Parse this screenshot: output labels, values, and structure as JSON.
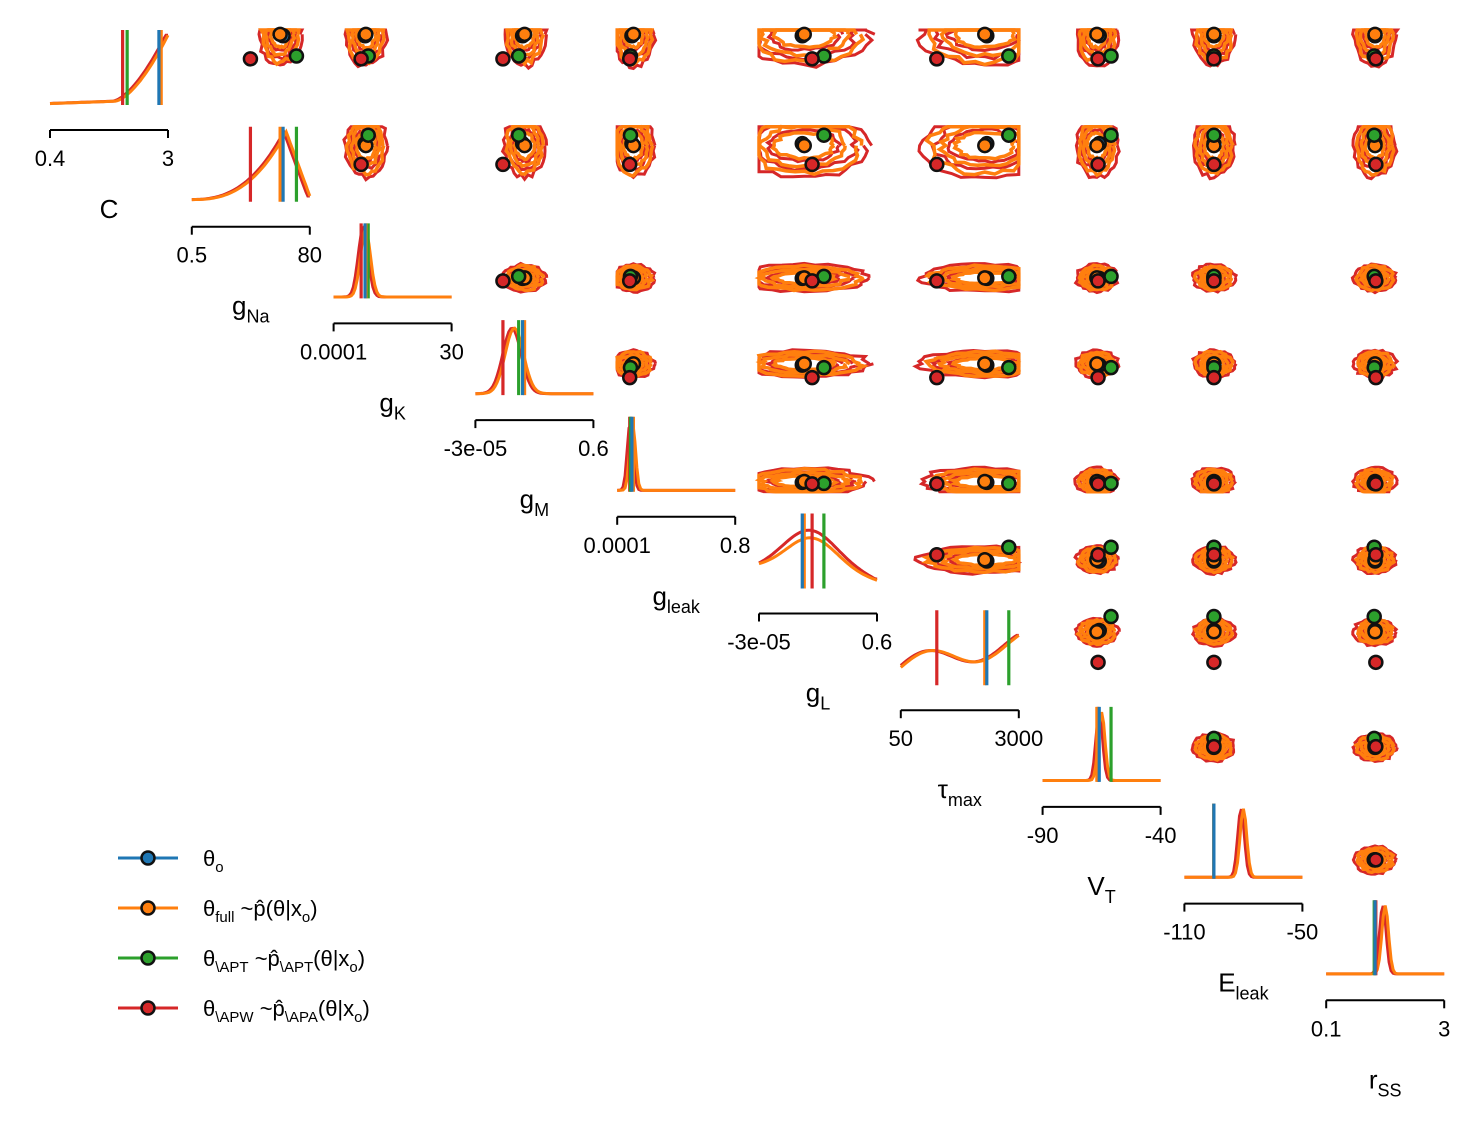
{
  "colors": {
    "observed": "#1f77b4",
    "full": "#ff7f0e",
    "apt": "#2ca02c",
    "apw": "#d62728",
    "axis": "#000000"
  },
  "chart_data": {
    "type": "pairplot",
    "diag_type": "kde",
    "offdiag_type": "contour",
    "parameters": [
      {
        "key": "C",
        "label": "C",
        "label_base": "C",
        "label_sub": "",
        "range": [
          0.4,
          3
        ],
        "tick_labels": [
          "0.4",
          "3"
        ],
        "values": {
          "observed": 2.8,
          "full": 2.85,
          "apt": 2.1,
          "apw": 2.0
        }
      },
      {
        "key": "gNa",
        "label": "gNa",
        "label_base": "g",
        "label_sub": "Na",
        "range": [
          0.5,
          80
        ],
        "tick_labels": [
          "0.5",
          "80"
        ],
        "values": {
          "observed": 62,
          "full": 60,
          "apt": 71,
          "apw": 40
        }
      },
      {
        "key": "gK",
        "label": "gK",
        "label_base": "g",
        "label_sub": "K",
        "range": [
          0.0001,
          30
        ],
        "tick_labels": [
          "0.0001",
          "30"
        ],
        "values": {
          "observed": 8.0,
          "full": 8.2,
          "apt": 8.8,
          "apw": 7.0
        }
      },
      {
        "key": "gM",
        "label": "gM",
        "label_base": "g",
        "label_sub": "M",
        "range": [
          -3e-05,
          0.6
        ],
        "tick_labels": [
          "-3e-05",
          "0.6"
        ],
        "values": {
          "observed": 0.24,
          "full": 0.25,
          "apt": 0.22,
          "apw": 0.14
        }
      },
      {
        "key": "gleak",
        "label": "gleak",
        "label_base": "g",
        "label_sub": "leak",
        "range": [
          0.0001,
          0.8
        ],
        "tick_labels": [
          "0.0001",
          "0.8"
        ],
        "values": {
          "observed": 0.1,
          "full": 0.11,
          "apt": 0.09,
          "apw": 0.085
        }
      },
      {
        "key": "gL",
        "label": "gL",
        "label_base": "g",
        "label_sub": "L",
        "range": [
          -3e-05,
          0.6
        ],
        "tick_labels": [
          "-3e-05",
          "0.6"
        ],
        "values": {
          "observed": 0.22,
          "full": 0.23,
          "apt": 0.33,
          "apw": 0.27
        }
      },
      {
        "key": "tau_max",
        "label": "τmax",
        "label_base": "τ",
        "label_sub": "max",
        "range": [
          50,
          3000
        ],
        "tick_labels": [
          "50",
          "3000"
        ],
        "values": {
          "observed": 2200,
          "full": 2150,
          "apt": 2750,
          "apw": 950
        }
      },
      {
        "key": "VT",
        "label": "VT",
        "label_base": "V",
        "label_sub": "T",
        "range": [
          -90,
          -40
        ],
        "tick_labels": [
          "-90",
          "-40"
        ],
        "values": {
          "observed": -66,
          "full": -67,
          "apt": -61,
          "apw": -66.5
        }
      },
      {
        "key": "Eleak",
        "label": "Eleak",
        "label_base": "E",
        "label_sub": "leak",
        "range": [
          -110,
          -50
        ],
        "tick_labels": [
          "-110",
          "-50"
        ],
        "values": {
          "observed": -95,
          "full": -95,
          "apt": -95,
          "apw": -95
        }
      },
      {
        "key": "rSS",
        "label": "rSS",
        "label_base": "r",
        "label_sub": "SS",
        "range": [
          0.1,
          3
        ],
        "tick_labels": [
          "0.1",
          "3"
        ],
        "values": {
          "observed": 1.3,
          "full": 1.3,
          "apt": 1.28,
          "apw": 1.32
        }
      }
    ],
    "diag_kde_shapes": {
      "C": "rising",
      "gNa": "rising-peak",
      "gK": "peaked-left",
      "gM": "peaked",
      "gleak": "spike-left",
      "gL": "broad",
      "tau_max": "flat-rising",
      "VT": "spike",
      "Eleak": "spike",
      "rSS": "spike"
    },
    "legend": {
      "placement": "lower-left",
      "entries": [
        {
          "key": "observed",
          "symbol": "θ",
          "sub": "o",
          "rest": ""
        },
        {
          "key": "full",
          "symbol": "θ",
          "sub": "full",
          "rest": " ~p̂(θ|x",
          "rest_sub": "o",
          "rest_end": ")"
        },
        {
          "key": "apt",
          "symbol": "θ",
          "sub": "\\APT",
          "rest": " ~p̂",
          "rest_sub2": "\\APT",
          "rest2": "(θ|x",
          "rest_sub": "o",
          "rest_end": ")"
        },
        {
          "key": "apw",
          "symbol": "θ",
          "sub": "\\APW",
          "rest": " ~p̂",
          "rest_sub2": "\\APA",
          "rest2": "(θ|x",
          "rest_sub": "o",
          "rest_end": ")"
        }
      ]
    }
  }
}
